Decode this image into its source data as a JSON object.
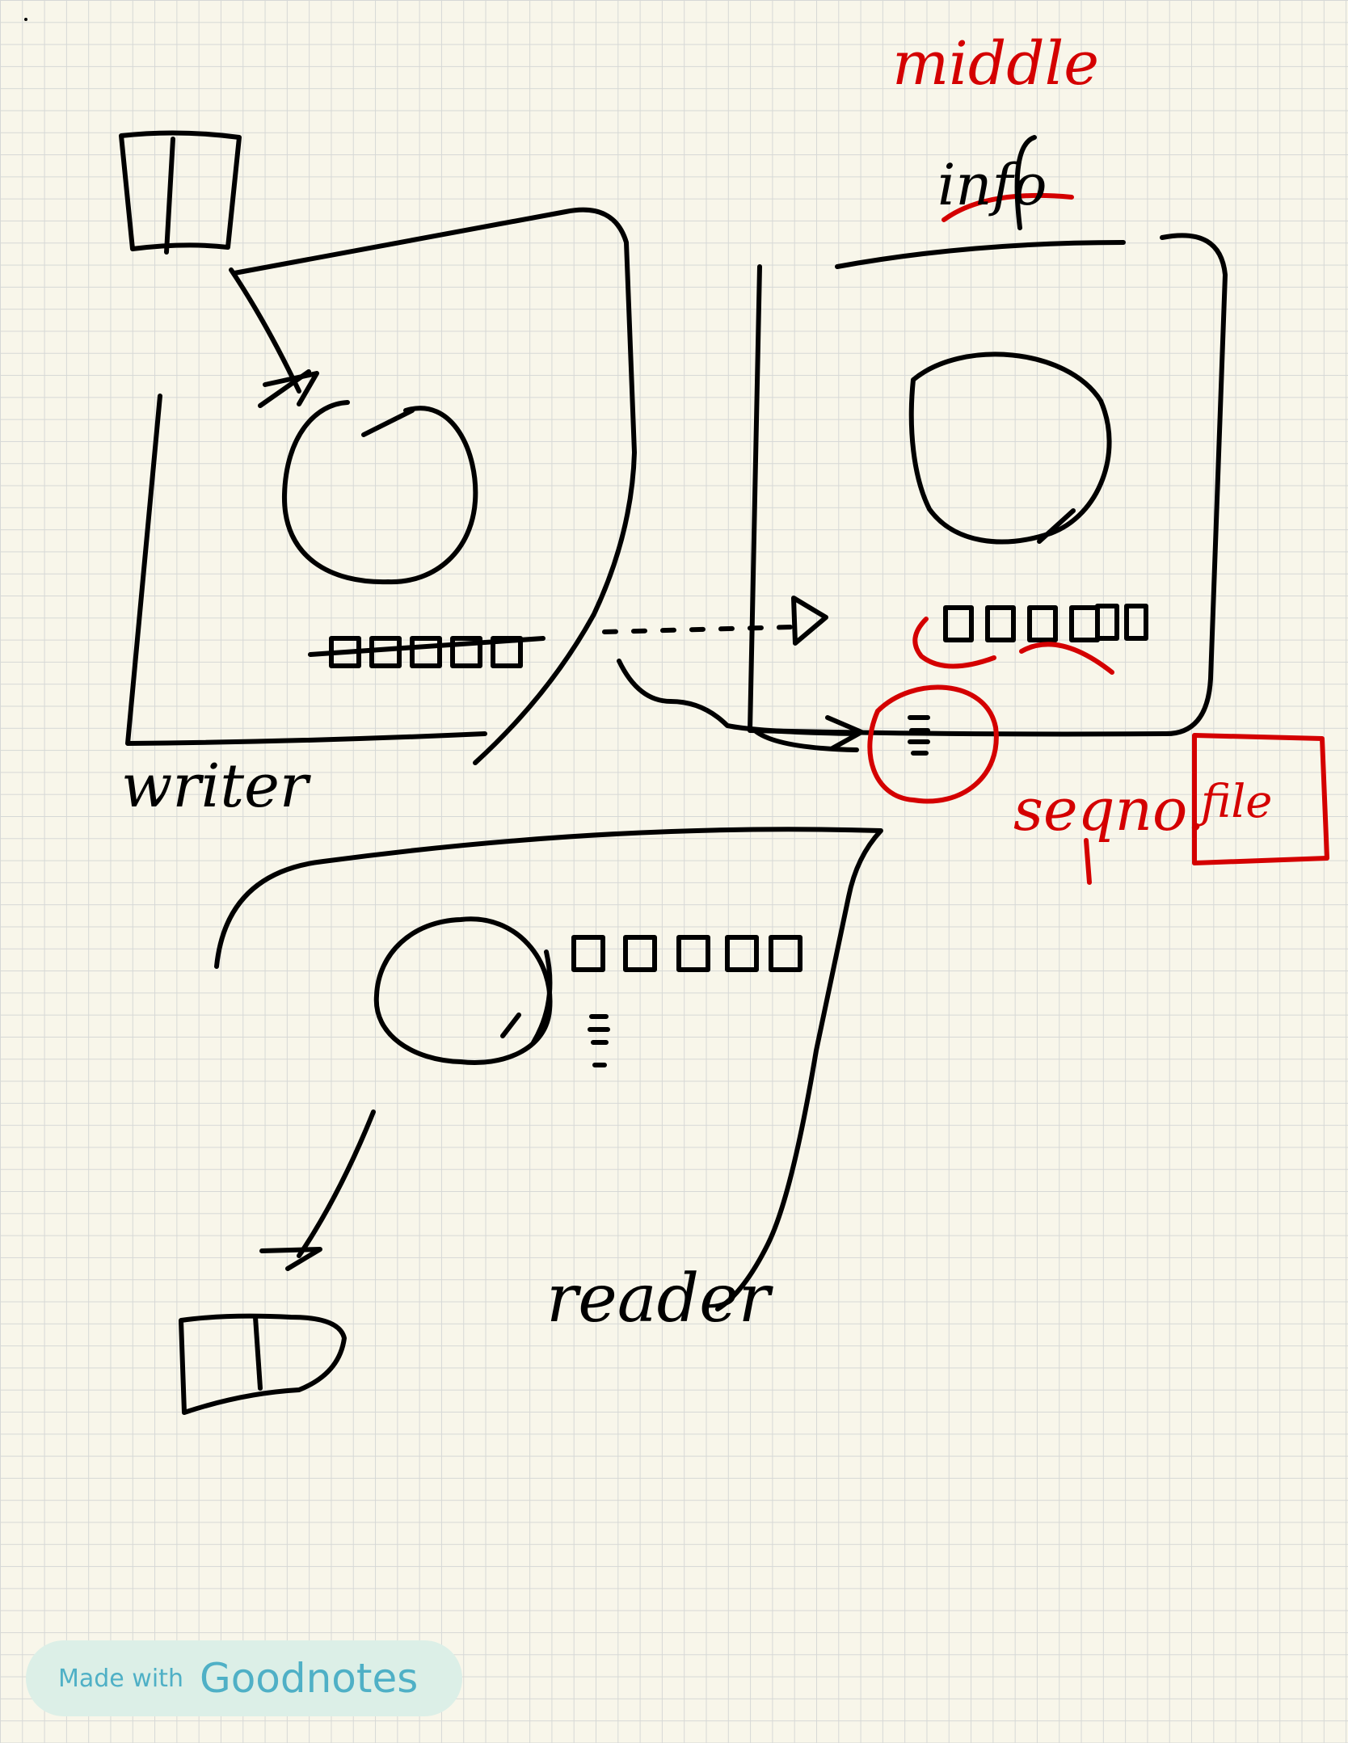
{
  "labels": {
    "writer": "writer",
    "reader": "reader",
    "middle": "middle",
    "info": "info",
    "seqno": "seqno.",
    "file": "file"
  },
  "badge": {
    "made_with": "Made with",
    "brand": "Goodnotes"
  },
  "colors": {
    "ink": "#000000",
    "annotation": "#d40000",
    "paper": "#f8f6ea",
    "grid": "#d6d8d6",
    "badge": "#dcefe7",
    "badge_text": "#4fb0c6"
  }
}
